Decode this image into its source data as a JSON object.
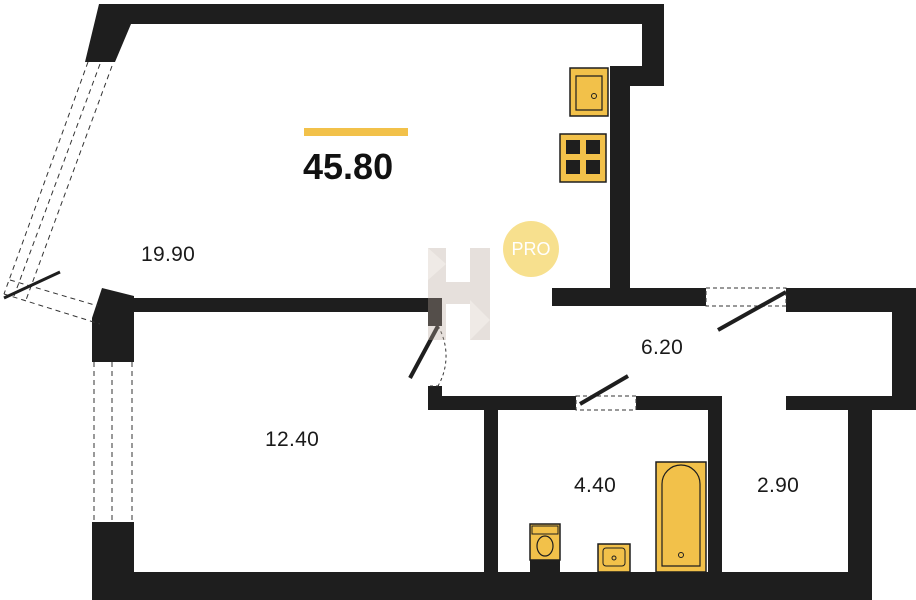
{
  "total_area": "45.80",
  "badge": "PRO",
  "rooms": {
    "living": "19.90",
    "bedroom": "12.40",
    "hall": "6.20",
    "bathroom": "4.40",
    "storage": "2.90"
  },
  "colors": {
    "wall": "#1e1e1e",
    "fixture": "#f2c14a",
    "accent": "#f2c14a",
    "badge": "#f7dd82"
  },
  "icons": [
    "sink-icon",
    "stove-icon",
    "bathtub-icon",
    "toilet-icon",
    "washbasin-icon",
    "watermark-logo"
  ]
}
